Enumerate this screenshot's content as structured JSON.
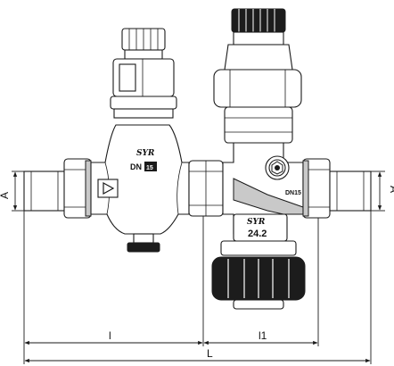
{
  "dimensions": {
    "connection_left": "A",
    "connection_right": "A",
    "length_l": "l",
    "length_l1": "l1",
    "length_total": "L"
  },
  "left_valve": {
    "logo": "SYR",
    "size_prefix": "DN",
    "size_value": "15"
  },
  "right_valve": {
    "logo": "SYR",
    "model": "24.2",
    "size_label": "DN15"
  }
}
